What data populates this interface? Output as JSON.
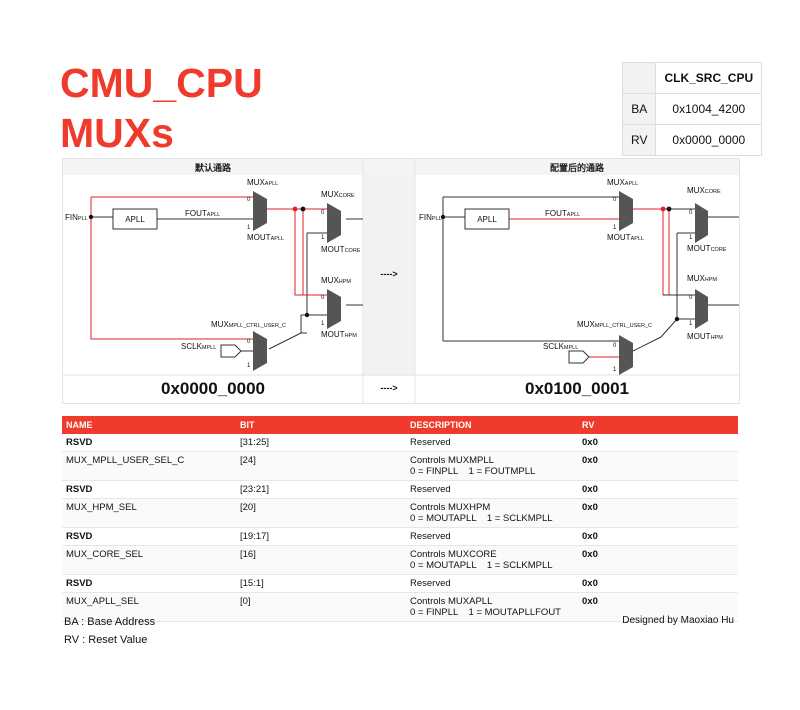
{
  "title": {
    "line1": "CMU_CPU",
    "line2": "MUXs"
  },
  "register": {
    "header": "CLK_SRC_CPU",
    "ba_label": "BA",
    "ba_value": "0x1004_4200",
    "rv_label": "RV",
    "rv_value": "0x0000_0000"
  },
  "diagram": {
    "left_title": "默认通路",
    "right_title": "配置后的通路",
    "left_value": "0x0000_0000",
    "right_value": "0x0100_0001",
    "arrow_text": "---->",
    "labels": {
      "fin": "FIN",
      "fin_sub": "PLL",
      "apll": "APLL",
      "fout": "FOUT",
      "fout_sub": "APLL",
      "mux_apll": "MUX",
      "mux_apll_sub": "APLL",
      "mout_apll": "MOUT",
      "mout_apll_sub": "APLL",
      "mux_core": "MUX",
      "mux_core_sub": "CORE",
      "mout_core": "MOUT",
      "mout_core_sub": "CORE",
      "mux_hpm": "MUX",
      "mux_hpm_sub": "HPM",
      "mout_hpm": "MOUT",
      "mout_hpm_sub": "HPM",
      "mux_mpll": "MUX",
      "mux_mpll_sub": "MPLL_CTRL_USER_C",
      "sclk": "SCLK",
      "sclk_sub": "MPLL",
      "zero": "0",
      "one": "1"
    }
  },
  "bits_table": {
    "headers": [
      "NAME",
      "BIT",
      "DESCRIPTION",
      "RV"
    ],
    "rows": [
      {
        "name": "RSVD",
        "bit": "[31:25]",
        "desc1": "Reserved",
        "desc2": "",
        "rv": "0x0",
        "reserved": true
      },
      {
        "name": "MUX_MPLL_USER_SEL_C",
        "bit": "[24]",
        "desc1": "Controls MUXMPLL",
        "desc2": "0 = FINPLL    1 = FOUTMPLL",
        "rv": "0x0",
        "reserved": false
      },
      {
        "name": "RSVD",
        "bit": "[23:21]",
        "desc1": "Reserved",
        "desc2": "",
        "rv": "0x0",
        "reserved": true
      },
      {
        "name": "MUX_HPM_SEL",
        "bit": "[20]",
        "desc1": "Controls MUXHPM",
        "desc2": "0 = MOUTAPLL    1 = SCLKMPLL",
        "rv": "0x0",
        "reserved": false
      },
      {
        "name": "RSVD",
        "bit": "[19:17]",
        "desc1": "Reserved",
        "desc2": "",
        "rv": "0x0",
        "reserved": true
      },
      {
        "name": "MUX_CORE_SEL",
        "bit": "[16]",
        "desc1": "Controls MUXCORE",
        "desc2": "0 = MOUTAPLL    1 = SCLKMPLL",
        "rv": "0x0",
        "reserved": false
      },
      {
        "name": "RSVD",
        "bit": "[15:1]",
        "desc1": "Reserved",
        "desc2": "",
        "rv": "0x0",
        "reserved": true
      },
      {
        "name": "MUX_APLL_SEL",
        "bit": "[0]",
        "desc1": "Controls MUXAPLL",
        "desc2": "0 = FINPLL    1 = MOUTAPLLFOUT",
        "rv": "0x0",
        "reserved": false
      }
    ]
  },
  "notes": {
    "ba": "BA : Base Address",
    "rv": "RV : Reset Value",
    "credit": "Designed by Maoxiao Hu"
  }
}
